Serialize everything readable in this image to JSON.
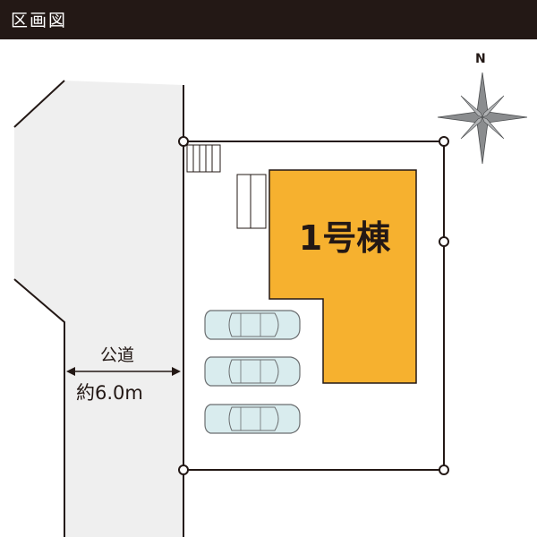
{
  "header": {
    "title": "区画図"
  },
  "building": {
    "label": "1号棟",
    "fill": "#f6b12f",
    "label_color": "#231815"
  },
  "road": {
    "name": "公道",
    "width": "約6.0m",
    "fill": "#efefef"
  },
  "compass": {
    "north": "N"
  },
  "colors": {
    "line": "#231815",
    "header_bg": "#231815",
    "car_fill": "#d9ecee",
    "car_stroke": "#6b6e70"
  },
  "parking": {
    "cars": 3
  }
}
